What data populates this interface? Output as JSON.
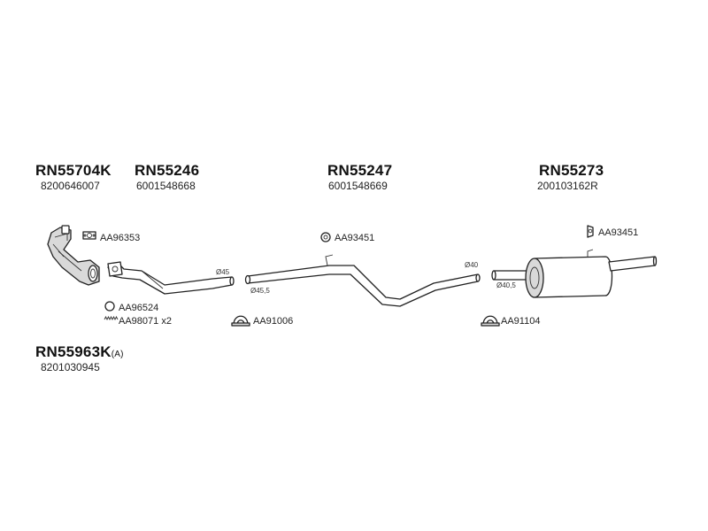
{
  "groups": [
    {
      "part": "RN55704K",
      "oe": "8200646007"
    },
    {
      "part": "RN55246",
      "oe": "6001548668"
    },
    {
      "part": "RN55247",
      "oe": "6001548669"
    },
    {
      "part": "RN55273",
      "oe": "200103162R"
    },
    {
      "part": "RN55963K",
      "suffix": "(A)",
      "oe": "8201030945"
    }
  ],
  "accessories": [
    {
      "code": "AA96353",
      "icon": "gasket-icon"
    },
    {
      "code": "AA96524",
      "icon": "ring-icon"
    },
    {
      "code": "AA98071 x2",
      "icon": "spring-icon"
    },
    {
      "code": "AA91006",
      "icon": "clamp-icon"
    },
    {
      "code": "AA93451",
      "icon": "rubber-mount-icon"
    },
    {
      "code": "AA91104",
      "icon": "clamp-icon"
    },
    {
      "code": "AA93451",
      "icon": "rubber-mount-icon"
    }
  ],
  "diameters": [
    "Ø45",
    "Ø45,5",
    "Ø40",
    "Ø40,5"
  ]
}
